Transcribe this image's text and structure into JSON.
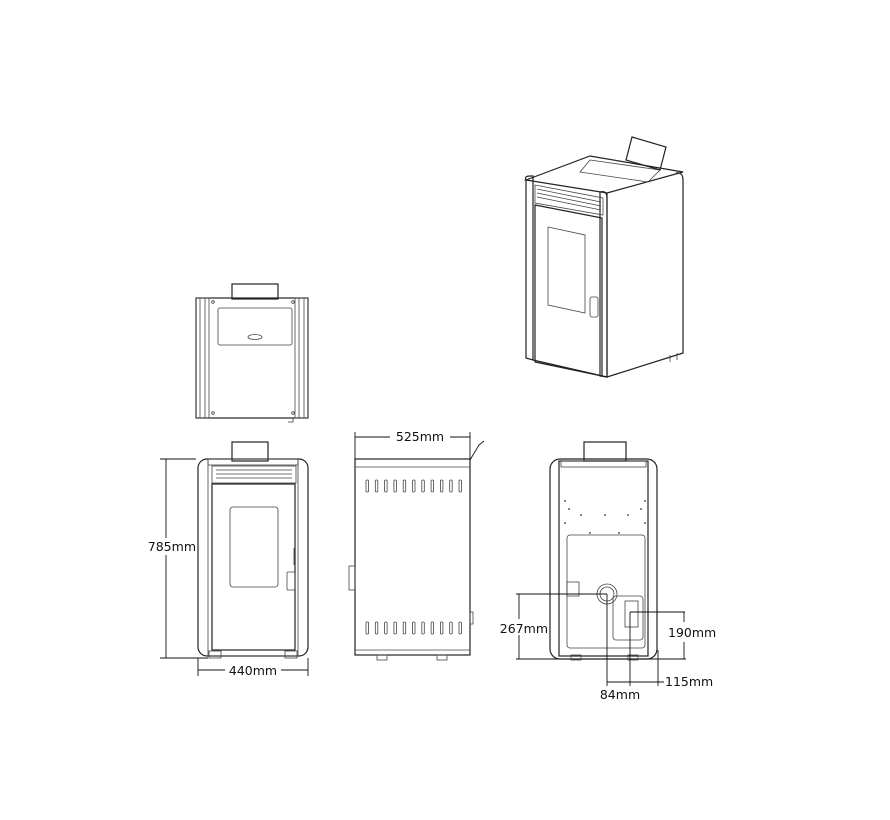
{
  "dimensions": {
    "height": "785mm",
    "width": "440mm",
    "depth": "525mm",
    "flue_height": "267mm",
    "air_inlet_height": "190mm",
    "flue_offset": "84mm",
    "air_inlet_offset": "115mm"
  },
  "colors": {
    "line": "#222222",
    "background": "#ffffff"
  }
}
